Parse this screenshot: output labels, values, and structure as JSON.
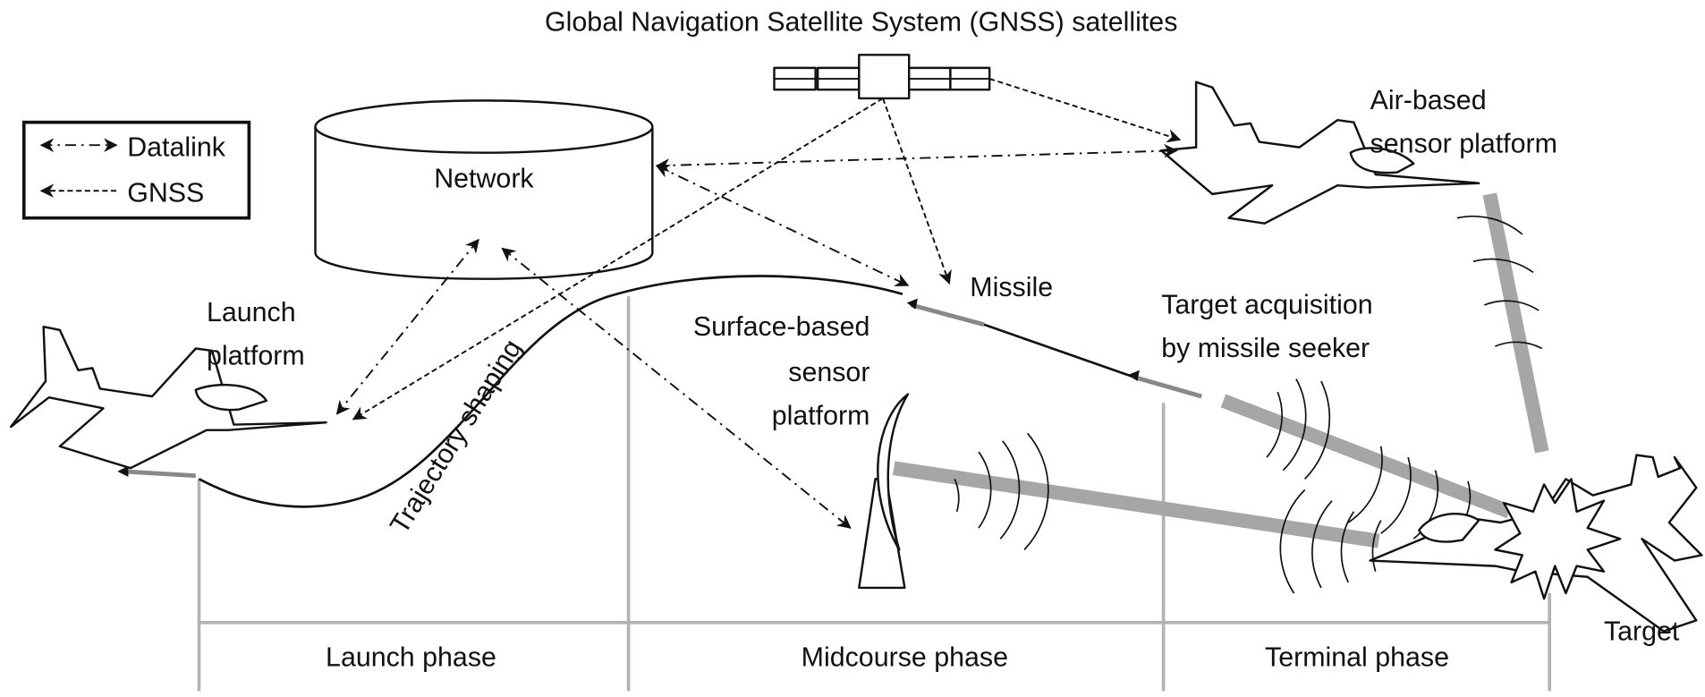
{
  "title": "Global Navigation Satellite System (GNSS) satellites",
  "legend": {
    "items": [
      {
        "label": "Datalink",
        "line_style": "dash-dot",
        "arrows": "both"
      },
      {
        "label": "GNSS",
        "line_style": "dashed",
        "arrows": "left"
      }
    ]
  },
  "nodes": {
    "network": "Network",
    "launch_platform": [
      "Launch",
      "platform"
    ],
    "air_sensor": [
      "Air-based",
      "sensor platform"
    ],
    "surface_sensor": [
      "Surface-based",
      "sensor",
      "platform"
    ],
    "missile": "Missile",
    "seeker": [
      "Target acquisition",
      "by missile seeker"
    ],
    "target": "Target",
    "trajectory": "Trajectory shaping"
  },
  "phases": [
    {
      "label": "Launch phase"
    },
    {
      "label": "Midcourse phase"
    },
    {
      "label": "Terminal phase"
    }
  ],
  "links": [
    {
      "from": "Network",
      "to": "Launch platform",
      "type": "Datalink"
    },
    {
      "from": "Network",
      "to": "Air-based sensor platform",
      "type": "Datalink"
    },
    {
      "from": "Network",
      "to": "Missile",
      "type": "Datalink"
    },
    {
      "from": "Network",
      "to": "Surface-based sensor platform",
      "type": "Datalink"
    },
    {
      "from": "GNSS satellites",
      "to": "Launch platform",
      "type": "GNSS"
    },
    {
      "from": "GNSS satellites",
      "to": "Missile",
      "type": "GNSS"
    },
    {
      "from": "GNSS satellites",
      "to": "Air-based sensor platform",
      "type": "GNSS"
    }
  ],
  "colors": {
    "beam": "#a6a6a6",
    "phase_lines": "#b3b3b3",
    "ink": "#111111"
  }
}
